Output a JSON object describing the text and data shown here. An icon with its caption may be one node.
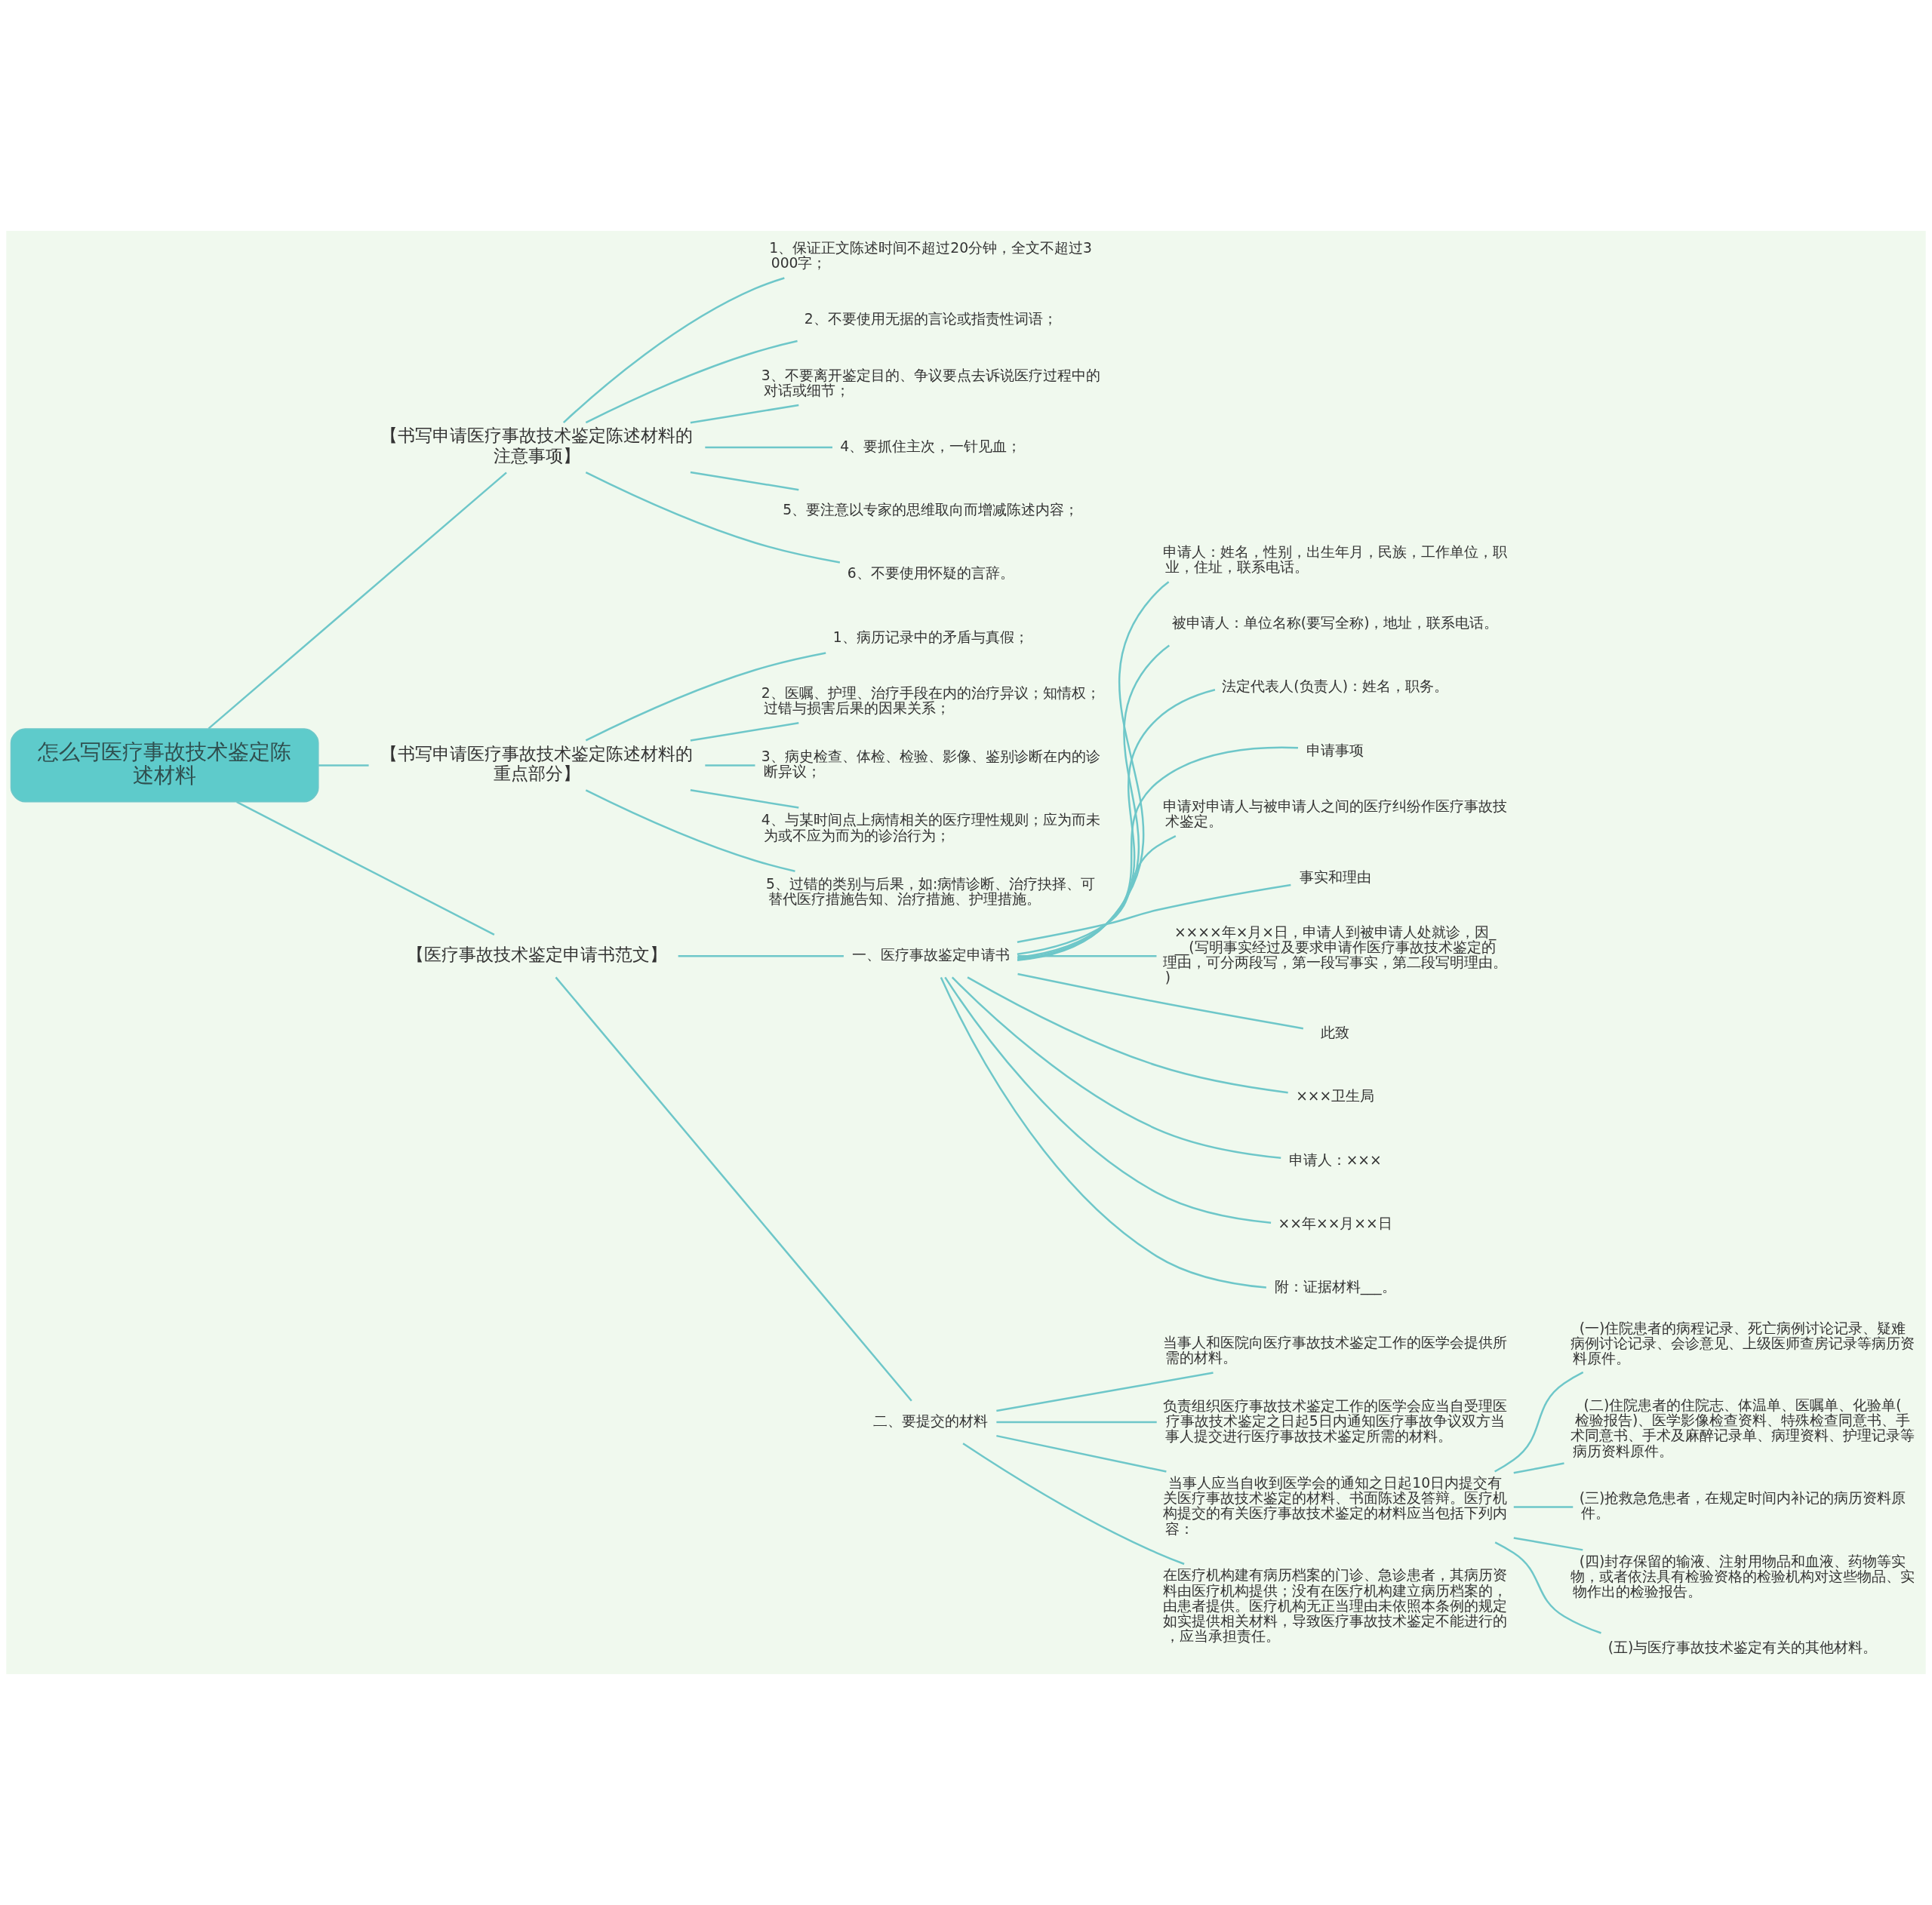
{
  "diagram": {
    "nodes": [
      {
        "text": [
          "怎么写医疗事故技术鉴定陈述材料"
        ]
      },
      {
        "text": [
          "【书写申请医疗事故技术鉴定陈述材料的注意事项】"
        ]
      },
      {
        "text": [
          "1、保证正文陈述时间不超过20分钟，全文不超过3000字；"
        ]
      },
      {
        "text": [
          "2、不要使用无据的言论或指责性词语；"
        ]
      },
      {
        "text": [
          "3、不要离开鉴定目的、争议要点去诉说医疗过程中的对话或细节；"
        ]
      },
      {
        "text": [
          "4、要抓住主次，一针见血；"
        ]
      },
      {
        "text": [
          "5、要注意以专家的思维取向而增减陈述内容；"
        ]
      },
      {
        "text": [
          "6、不要使用怀疑的言辞。"
        ]
      },
      {
        "text": [
          "【书写申请医疗事故技术鉴定陈述材料的重点部分】"
        ]
      },
      {
        "text": [
          "1、病历记录中的矛盾与真假；"
        ]
      },
      {
        "text": [
          "2、医嘱、护理、治疗手段在内的治疗异议；知情权；过错与损害后果的因果关系；"
        ]
      },
      {
        "text": [
          "3、病史检查、体检、检验、影像、鉴别诊断在内的诊断异议；"
        ]
      },
      {
        "text": [
          "4、与某时间点上病情相关的医疗理性规则；应为而未为或不应为而为的诊治行为；"
        ]
      },
      {
        "text": [
          "5、过错的类别与后果，如:病情诊断、治疗抉择、可替代医疗措施告知、治疗措施、护理措施。"
        ]
      },
      {
        "text": [
          "【医疗事故技术鉴定申请书范文】"
        ]
      },
      {
        "text": [
          "一、医疗事故鉴定申请书"
        ]
      },
      {
        "text": [
          "申请人：姓名，性别，出生年月，民族，工作单位，职业，住址，联系电话。"
        ]
      },
      {
        "text": [
          "被申请人：单位名称(要写全称)，地址，联系电话。"
        ]
      },
      {
        "text": [
          "法定代表人(负责人)：姓名，职务。"
        ]
      },
      {
        "text": [
          "申请事项"
        ]
      },
      {
        "text": [
          "申请对申请人与被申请人之间的医疗纠纷作医疗事故技术鉴定。"
        ]
      },
      {
        "text": [
          "事实和理由"
        ]
      },
      {
        "text": [
          "××××年×月×日，申请人到被申请人处就诊，因___(写明事实经过及要求申请作医疗事故技术鉴定的理由，可分两段写，第一段写事实，第二段写明理由。)"
        ]
      },
      {
        "text": [
          "此致"
        ]
      },
      {
        "text": [
          "×××卫生局"
        ]
      },
      {
        "text": [
          "申请人：×××"
        ]
      },
      {
        "text": [
          "××年××月××日"
        ]
      },
      {
        "text": [
          "附：证据材料___。"
        ]
      },
      {
        "text": [
          "二、要提交的材料"
        ]
      },
      {
        "text": [
          "当事人和医院向医疗事故技术鉴定工作的医学会提供所需的材料。"
        ]
      },
      {
        "text": [
          "负责组织医疗事故技术鉴定工作的医学会应当自受理医疗事故技术鉴定之日起5日内通知医疗事故争议双方当事人提交进行医疗事故技术鉴定所需的材料。"
        ]
      },
      {
        "text": [
          "当事人应当自收到医学会的通知之日起10日内提交有关医疗事故技术鉴定的材料、书面陈述及答辩。医疗机构提交的有关医疗事故技术鉴定的材料应当包括下列内容："
        ]
      },
      {
        "text": [
          "(一)住院患者的病程记录、死亡病例讨论记录、疑难病例讨论记录、会诊意见、上级医师查房记录等病历资料原件。"
        ]
      },
      {
        "text": [
          "(二)住院患者的住院志、体温单、医嘱单、化验单(检验报告)、医学影像检查资料、特殊检查同意书、手术同意书、手术及麻醉记录单、病理资料、护理记录等病历资料原件。"
        ]
      },
      {
        "text": [
          "(三)抢救急危患者，在规定时间内补记的病历资料原件。"
        ]
      },
      {
        "text": [
          "(四)封存保留的输液、注射用物品和血液、药物等实物，或者依法具有检验资格的检验机构对这些物品、实物作出的检验报告。"
        ]
      },
      {
        "text": [
          "(五)与医疗事故技术鉴定有关的其他材料。"
        ]
      },
      {
        "text": [
          "在医疗机构建有病历档案的门诊、急诊患者，其病历资料由医疗机构提供；没有在医疗机构建立病历档案的，由患者提供。医疗机构无正当理由未依照本条例的规定如实提供相关材料，导致医疗事故技术鉴定不能进行的，应当承担责任。"
        ]
      }
    ],
    "edges": [
      {
        "from": 0,
        "to": 1,
        "arrow": "none"
      },
      {
        "from": 1,
        "to": 2,
        "arrow": "none"
      },
      {
        "from": 1,
        "to": 3,
        "arrow": "none"
      },
      {
        "from": 1,
        "to": 4,
        "arrow": "none"
      },
      {
        "from": 1,
        "to": 5,
        "arrow": "none"
      },
      {
        "from": 1,
        "to": 6,
        "arrow": "none"
      },
      {
        "from": 1,
        "to": 7,
        "arrow": "none"
      },
      {
        "from": 0,
        "to": 8,
        "arrow": "none"
      },
      {
        "from": 8,
        "to": 9,
        "arrow": "none"
      },
      {
        "from": 8,
        "to": 10,
        "arrow": "none"
      },
      {
        "from": 8,
        "to": 11,
        "arrow": "none"
      },
      {
        "from": 8,
        "to": 12,
        "arrow": "none"
      },
      {
        "from": 8,
        "to": 13,
        "arrow": "none"
      },
      {
        "from": 0,
        "to": 14,
        "arrow": "none"
      },
      {
        "from": 14,
        "to": 15,
        "arrow": "none"
      },
      {
        "from": 15,
        "to": 16,
        "arrow": "none"
      },
      {
        "from": 15,
        "to": 17,
        "arrow": "none"
      },
      {
        "from": 15,
        "to": 18,
        "arrow": "none"
      },
      {
        "from": 15,
        "to": 19,
        "arrow": "none"
      },
      {
        "from": 15,
        "to": 20,
        "arrow": "none"
      },
      {
        "from": 15,
        "to": 21,
        "arrow": "none"
      },
      {
        "from": 15,
        "to": 22,
        "arrow": "none"
      },
      {
        "from": 15,
        "to": 23,
        "arrow": "none"
      },
      {
        "from": 15,
        "to": 24,
        "arrow": "none"
      },
      {
        "from": 15,
        "to": 25,
        "arrow": "none"
      },
      {
        "from": 15,
        "to": 26,
        "arrow": "none"
      },
      {
        "from": 15,
        "to": 27,
        "arrow": "none"
      },
      {
        "from": 14,
        "to": 28,
        "arrow": "none"
      },
      {
        "from": 28,
        "to": 29,
        "arrow": "none"
      },
      {
        "from": 28,
        "to": 30,
        "arrow": "none"
      },
      {
        "from": 28,
        "to": 31,
        "arrow": "none"
      },
      {
        "from": 31,
        "to": 32,
        "arrow": "none"
      },
      {
        "from": 31,
        "to": 33,
        "arrow": "none"
      },
      {
        "from": 31,
        "to": 34,
        "arrow": "none"
      },
      {
        "from": 31,
        "to": 35,
        "arrow": "none"
      },
      {
        "from": 31,
        "to": 36,
        "arrow": "none"
      },
      {
        "from": 28,
        "to": 37,
        "arrow": "none"
      }
    ]
  }
}
